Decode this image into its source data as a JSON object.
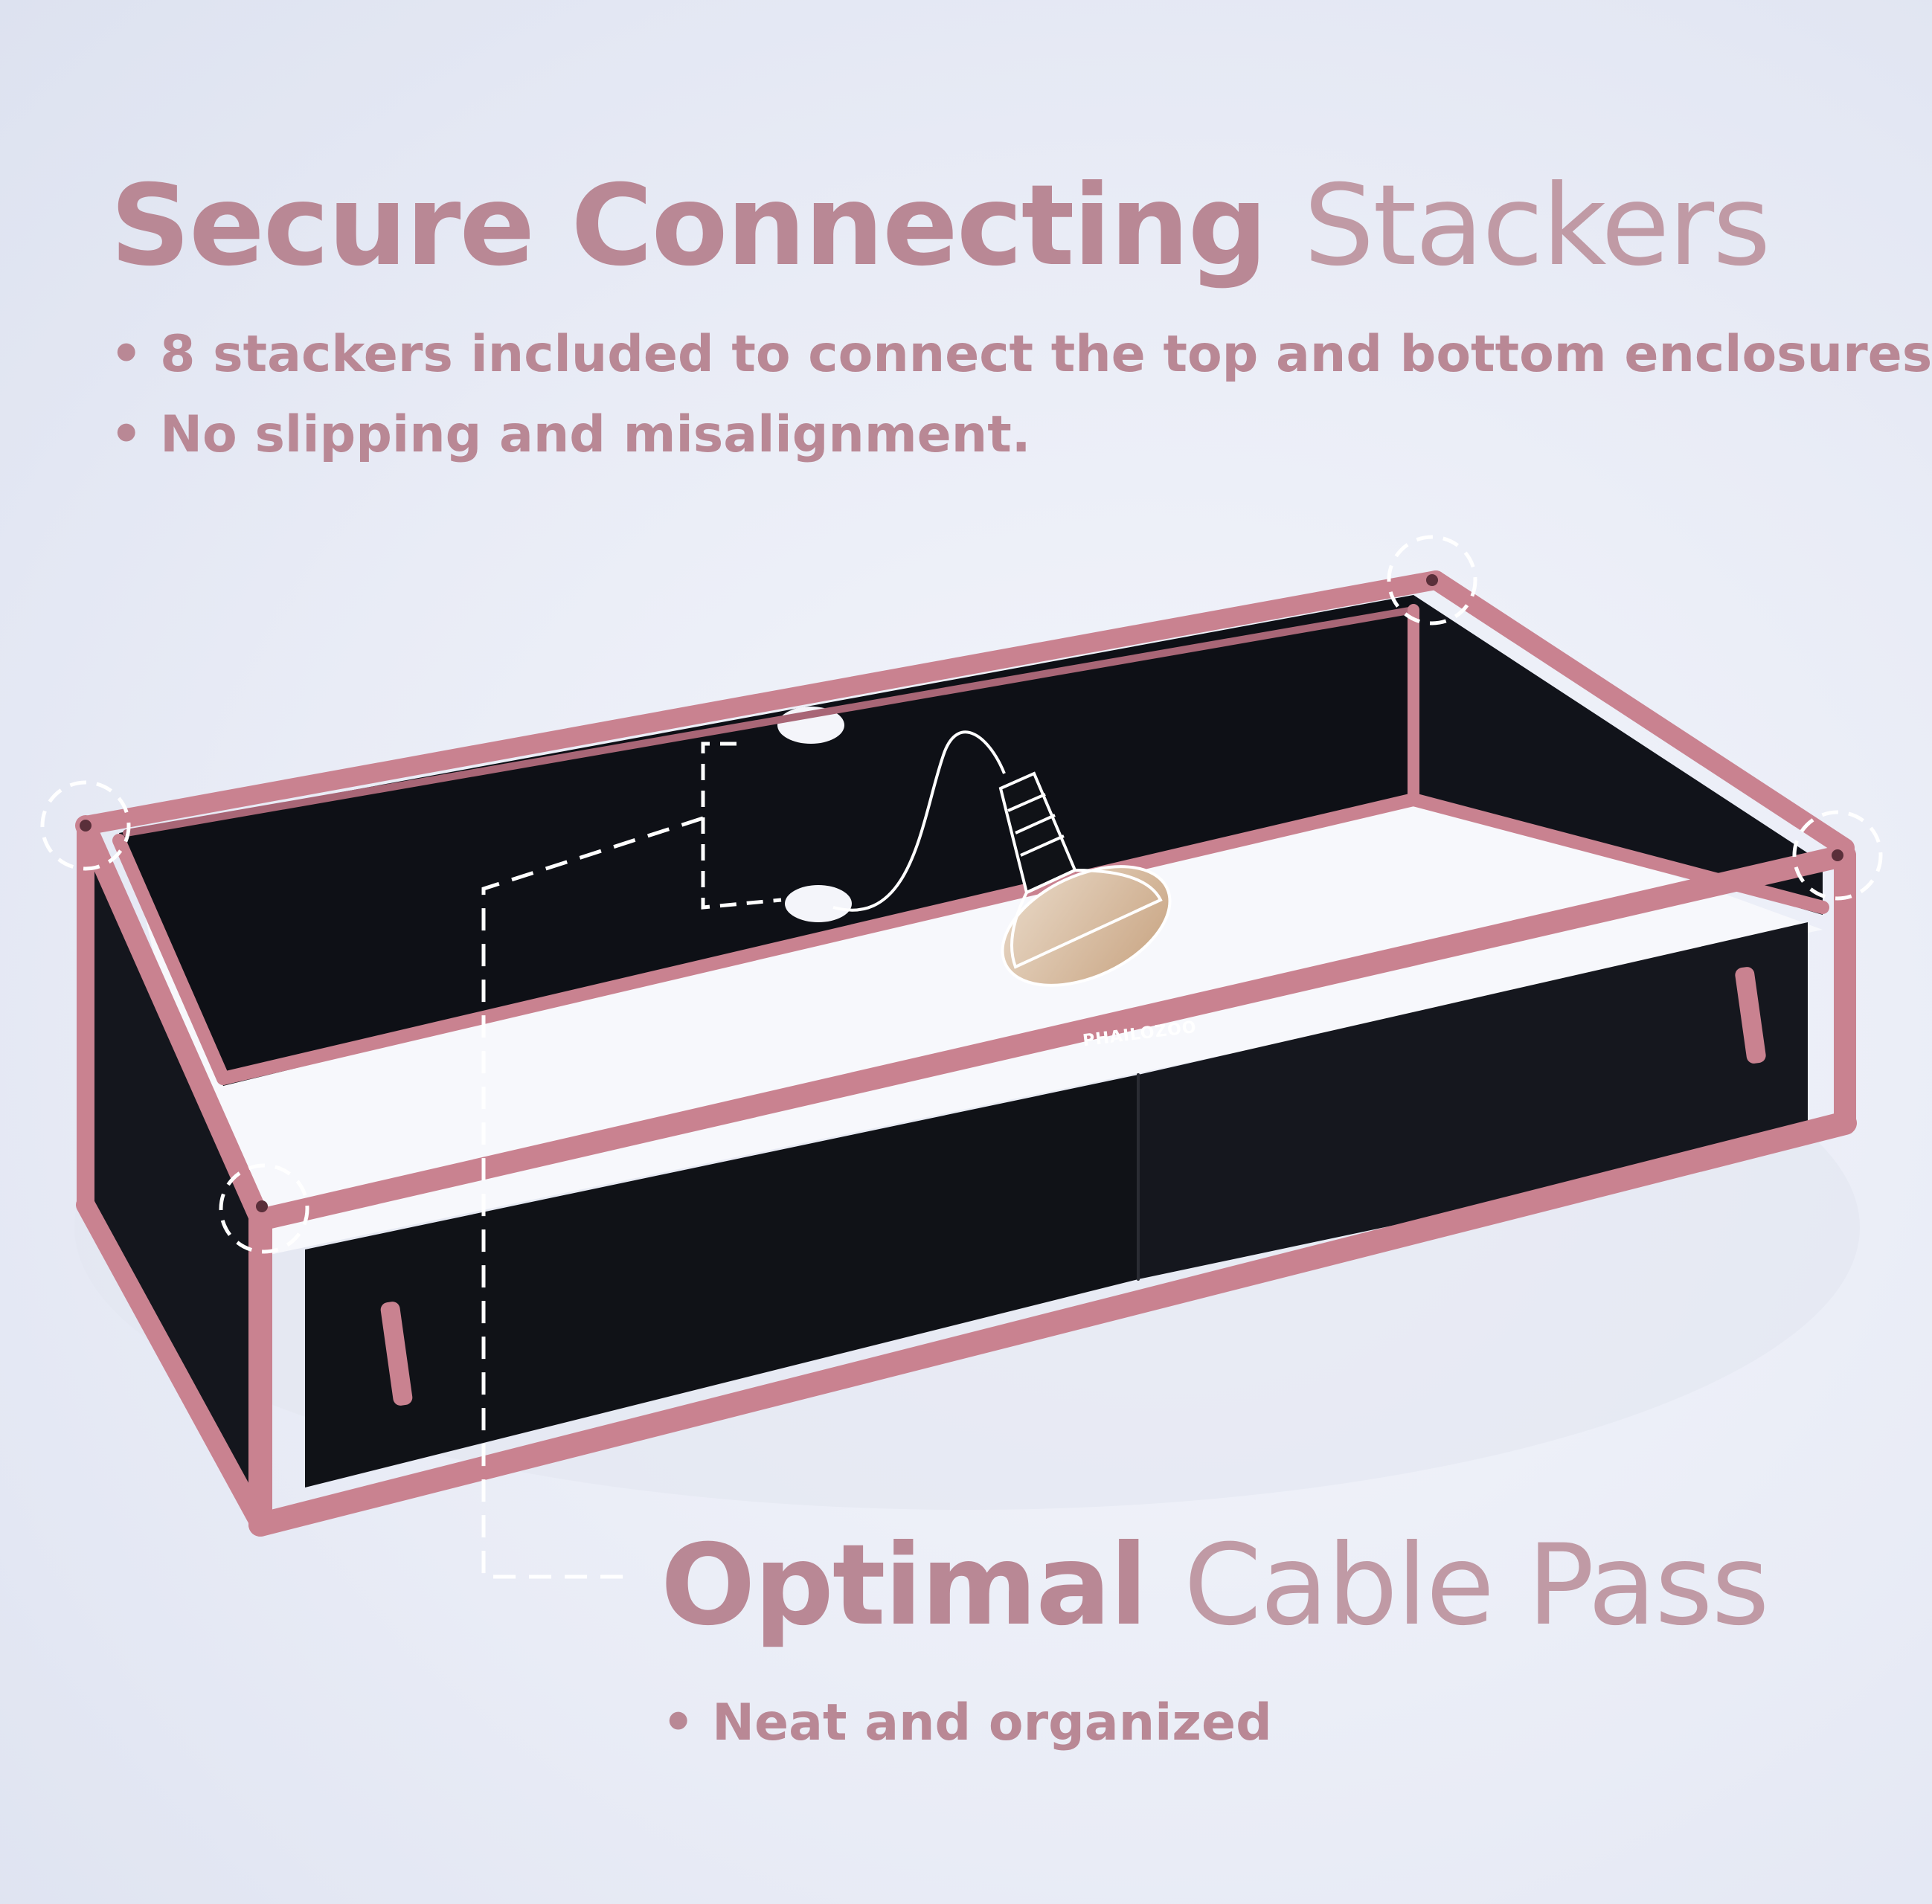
{
  "headline": {
    "bold": "Secure Connecting",
    "light": "Stackers"
  },
  "bullets_top": [
    "• 8 stackers included to connect the top and bottom enclosures",
    "• No slipping and misalignment."
  ],
  "subheadline": {
    "bold": "Optimal",
    "light": "Cable Pass"
  },
  "bullets_bottom": [
    "• Neat and organized"
  ],
  "brand": "PHAILOZOO",
  "colors": {
    "accent_text": "#b98895",
    "frame": "#c98290",
    "glass": "#11131a",
    "background": "#eceff8"
  }
}
